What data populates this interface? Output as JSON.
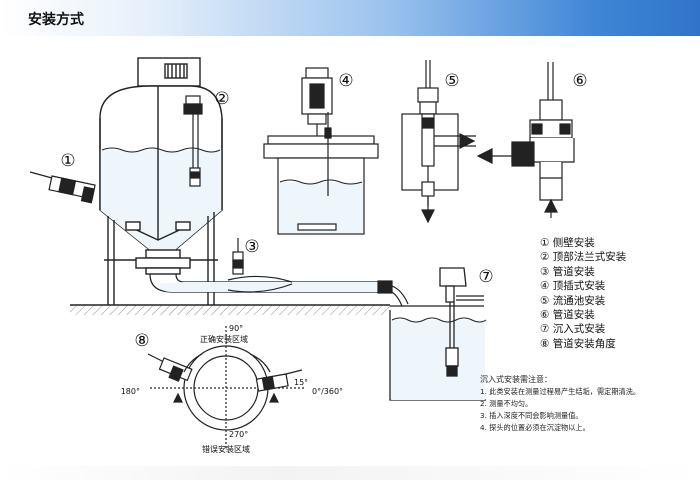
{
  "header": {
    "title": "安装方式"
  },
  "markers": [
    "①",
    "②",
    "③",
    "④",
    "⑤",
    "⑥",
    "⑦",
    "⑧"
  ],
  "legend": [
    "① 侧壁安装",
    "② 顶部法兰式安装",
    "③ 管道安装",
    "④ 顶插式安装",
    "⑤ 流通池安装",
    "⑥ 管道安装",
    "⑦ 沉入式安装",
    "⑧ 管道安装角度"
  ],
  "angle_diagram": {
    "top_angle": "90°",
    "top_zone": "正确安装区域",
    "left_angle": "180°",
    "right_angle": "0°/360°",
    "small_angle": "15°",
    "bottom_angle": "270°",
    "bottom_zone": "错误安装区域"
  },
  "notes": {
    "title": "沉入式安装需注意：",
    "items": [
      "1. 此类安装在测量过程易产生结垢，需定期清洗。",
      "2. 测量不均匀。",
      "3. 插入深度不同会影响测量值。",
      "4. 探头的位置必须在沉淀物以上。"
    ]
  },
  "colors": {
    "header_accent": "#2f74c9",
    "line": "#222222",
    "water": "#eef5fb"
  }
}
